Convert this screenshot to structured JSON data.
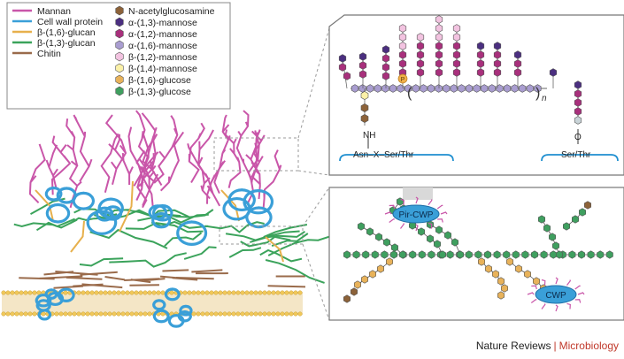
{
  "legend_left": [
    {
      "label": "Mannan",
      "color": "#c956a9"
    },
    {
      "label": "Cell wall protein",
      "color": "#3a9fd8"
    },
    {
      "label": "β-(1,6)-glucan",
      "color": "#e7b04c"
    },
    {
      "label": "β-(1,3)-glucan",
      "color": "#3ba35b"
    },
    {
      "label": "Chitin",
      "color": "#9a6b4b"
    }
  ],
  "legend_right": [
    {
      "label": "N-acetylglucosamine",
      "color": "#8c6239",
      "shape": "hexagon"
    },
    {
      "label": "α-(1,3)-mannose",
      "color": "#4b2f80",
      "shape": "hexagon"
    },
    {
      "label": "α-(1,2)-mannose",
      "color": "#a8307c",
      "shape": "hexagon"
    },
    {
      "label": "α-(1,6)-mannose",
      "color": "#a99dd0",
      "shape": "hexagon"
    },
    {
      "label": "β-(1,2)-mannose",
      "color": "#f2c3e0",
      "shape": "hexagon"
    },
    {
      "label": "β-(1,4)-mannose",
      "color": "#fbf1a8",
      "shape": "hexagon"
    },
    {
      "label": "β-(1,6)-glucose",
      "color": "#e8b25a",
      "shape": "hexagon"
    },
    {
      "label": "β-(1,3)-glucose",
      "color": "#3f9f5f",
      "shape": "hexagon"
    }
  ],
  "glycan_panel": {
    "nh": "NH",
    "o": "O",
    "phosphate": "P",
    "repeat_subscript": "n",
    "n_linked_site": "Asn–X–Ser/Thr",
    "o_linked_site": "Ser/Thr"
  },
  "glucan_panel": {
    "pir_cwp": "Pir-CWP",
    "cwp": "CWP"
  },
  "credit": {
    "journal": "Nature Reviews",
    "separator": "|",
    "section": "Microbiology"
  }
}
